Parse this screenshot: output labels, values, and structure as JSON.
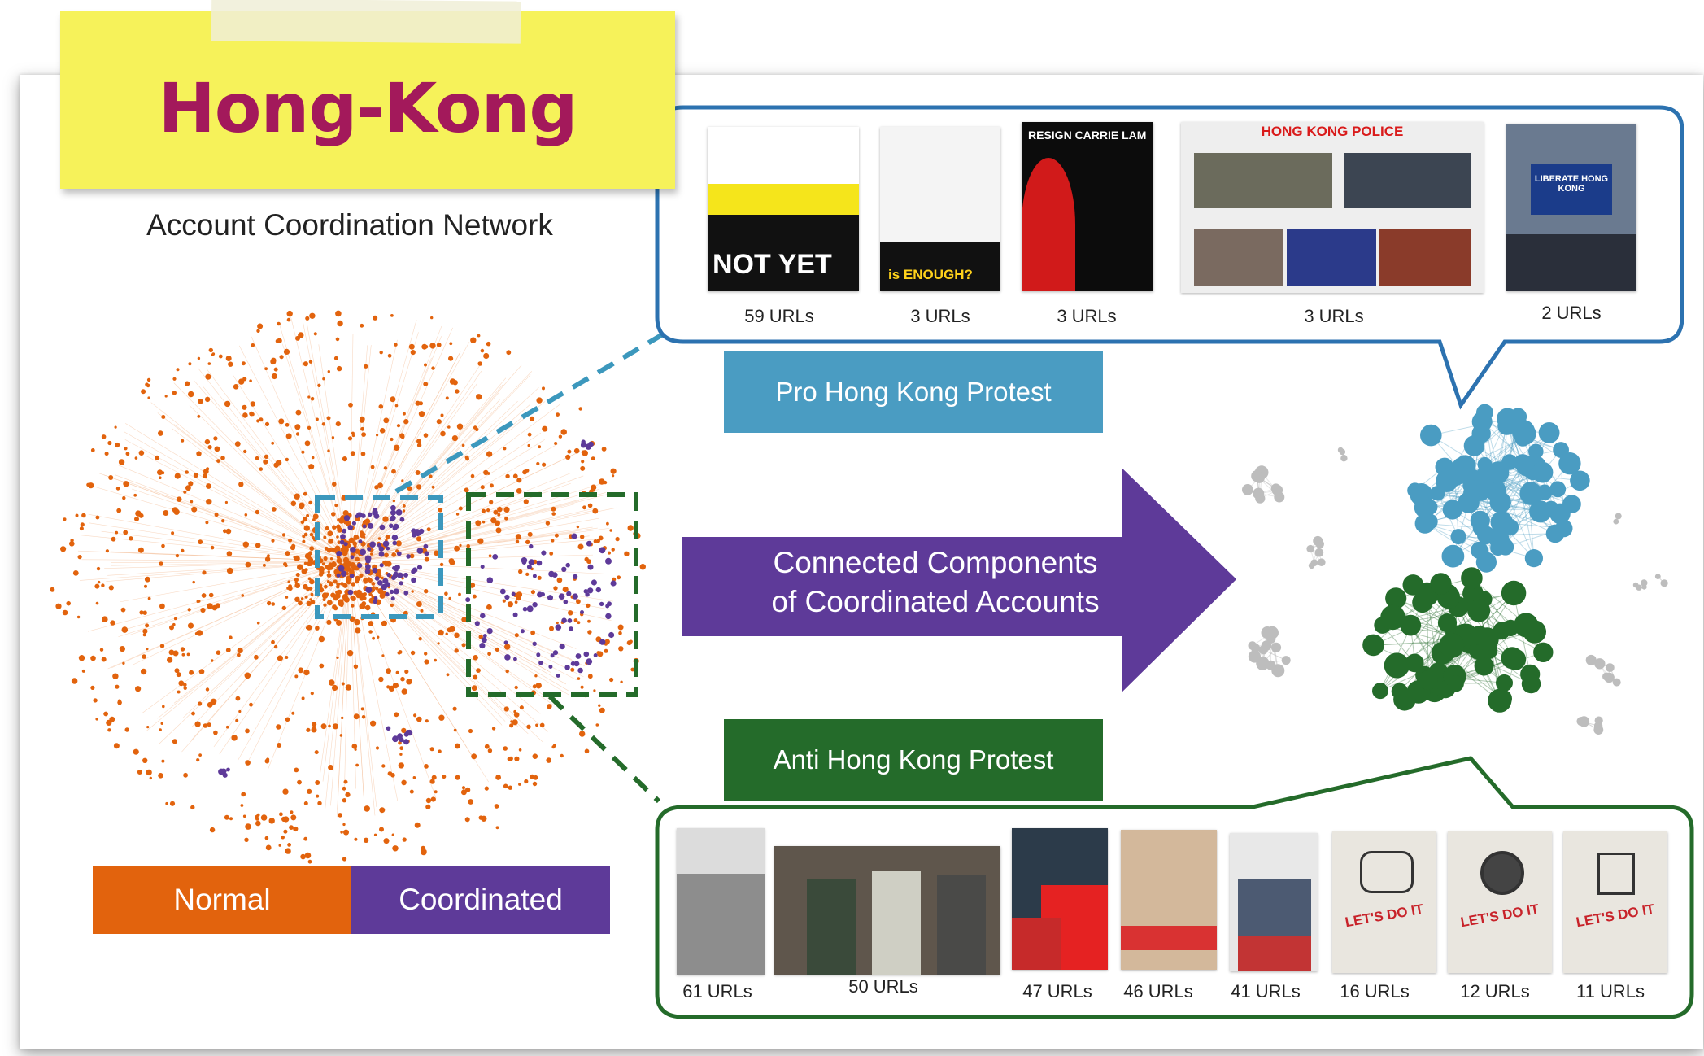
{
  "sticky_note": {
    "title": "Hong-Kong"
  },
  "network": {
    "title": "Account Coordination Network"
  },
  "legend": {
    "normal": "Normal",
    "coordinated": "Coordinated"
  },
  "arrow": {
    "line1": "Connected Components",
    "line2": "of Coordinated Accounts"
  },
  "pro_cluster": {
    "label": "Pro Hong Kong Protest",
    "thumbnails": [
      {
        "caption": "59 URLs",
        "text": "NOT YET"
      },
      {
        "caption": "3 URLs",
        "text": "is ENOUGH?"
      },
      {
        "caption": "3 URLs",
        "text": "RESIGN CARRIE LAM"
      },
      {
        "caption": "3 URLs",
        "text": "HONG KONG POLICE"
      },
      {
        "caption": "2 URLs",
        "text": "LIBERATE HONG KONG"
      }
    ]
  },
  "anti_cluster": {
    "label": "Anti Hong Kong Protest",
    "thumbnails": [
      {
        "caption": "61 URLs"
      },
      {
        "caption": "50 URLs"
      },
      {
        "caption": "47 URLs"
      },
      {
        "caption": "46 URLs"
      },
      {
        "caption": "41 URLs"
      },
      {
        "caption": "16 URLs",
        "text": "LET'S DO IT"
      },
      {
        "caption": "12 URLs",
        "text": "LET'S DO IT"
      },
      {
        "caption": "11 URLs",
        "text": "LET'S DO IT"
      }
    ]
  },
  "colors": {
    "normal": "#e2630d",
    "coordinated": "#5e3a99",
    "pro": "#4a9cc2",
    "anti": "#246b2a",
    "title": "#a3195b"
  }
}
